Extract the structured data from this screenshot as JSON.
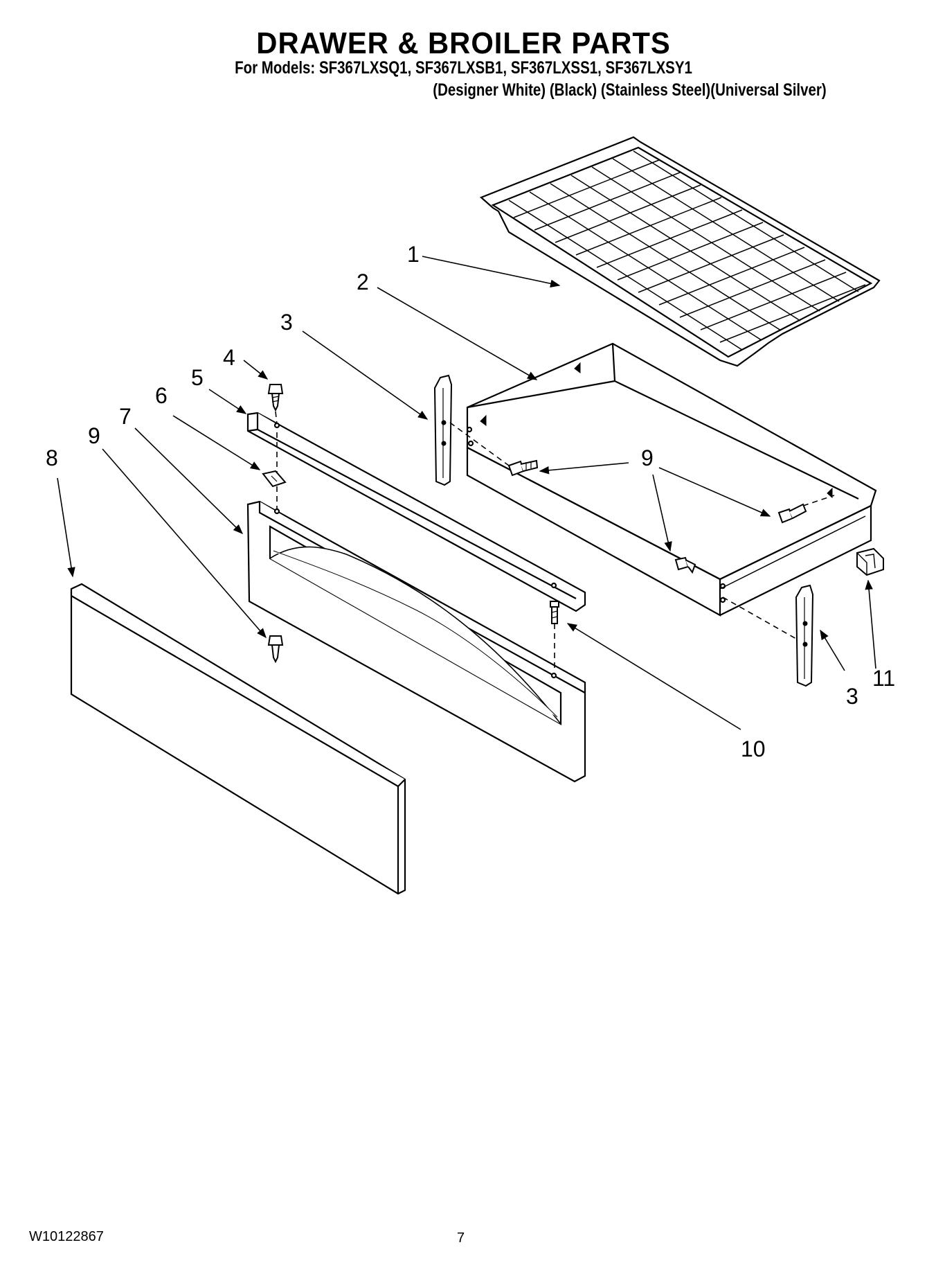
{
  "header": {
    "title": "DRAWER & BROILER PARTS",
    "models": "For Models: SF367LXSQ1, SF367LXSB1, SF367LXSS1, SF367LXSY1",
    "finishes": "(Designer White)     (Black)   (Stainless Steel)(Universal Silver)"
  },
  "callouts": {
    "c1": "1",
    "c2": "2",
    "c3a": "3",
    "c3b": "3",
    "c4": "4",
    "c5": "5",
    "c6": "6",
    "c7": "7",
    "c8": "8",
    "c9a": "9",
    "c9b": "9",
    "c10": "10",
    "c11": "11"
  },
  "footer": {
    "doc_number": "W10122867",
    "page_number": "7"
  }
}
